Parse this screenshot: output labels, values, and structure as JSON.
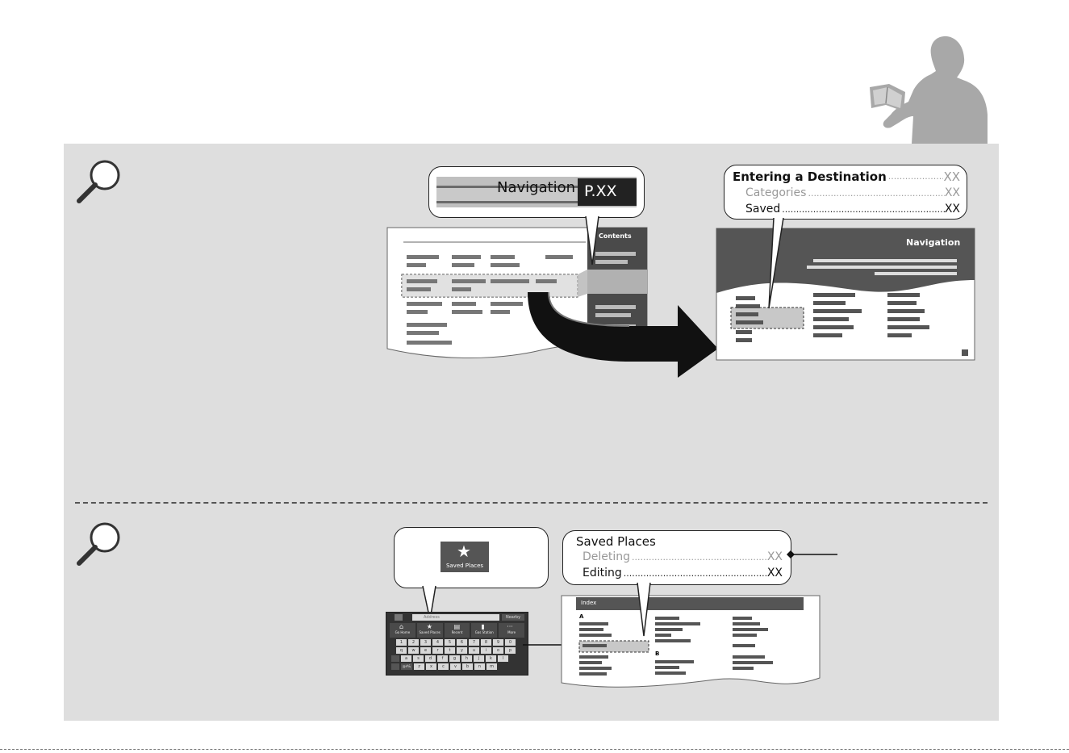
{
  "section_nav": {
    "callout_label": "Navigation",
    "callout_page": "P.XX",
    "contents_tab": "Contents",
    "chapter_title": "Navigation",
    "toc": {
      "heading": "Entering a Destination",
      "heading_page": "XX",
      "items": [
        {
          "label": "Categories",
          "page": "XX"
        },
        {
          "label": "Saved",
          "page": "XX"
        }
      ]
    }
  },
  "section_index": {
    "button_label": "Saved Places",
    "screen": {
      "search_placeholder": "Address",
      "nearby_label": "Nearby",
      "menu": [
        "Go Home",
        "Saved Places",
        "Recent",
        "Gas Station",
        "More"
      ],
      "keys_row1": [
        "1",
        "2",
        "3",
        "4",
        "5",
        "6",
        "7",
        "8",
        "9",
        "0"
      ],
      "keys_row2": [
        "q",
        "w",
        "e",
        "r",
        "t",
        "y",
        "u",
        "i",
        "o",
        "p"
      ],
      "keys_row3": [
        "a",
        "s",
        "d",
        "f",
        "g",
        "h",
        "j",
        "k",
        "l"
      ],
      "keys_row4": [
        "z",
        "x",
        "c",
        "v",
        "b",
        "n",
        "m"
      ],
      "symbol_key": "@#&"
    },
    "index_page_title": "Index",
    "index_letter_a": "A",
    "index_letter_b": "B",
    "entry": {
      "heading": "Saved Places",
      "items": [
        {
          "label": "Deleting",
          "page": "XX"
        },
        {
          "label": "Editing",
          "page": "XX"
        }
      ]
    }
  },
  "colors": {
    "panel": "#dedede",
    "dark_gray": "#4a4a4a",
    "accent_black": "#111111"
  },
  "icons": [
    "magnifier-icon",
    "reader-silhouette-icon",
    "star-icon",
    "home-icon",
    "gas-station-icon",
    "arrow-icon"
  ]
}
